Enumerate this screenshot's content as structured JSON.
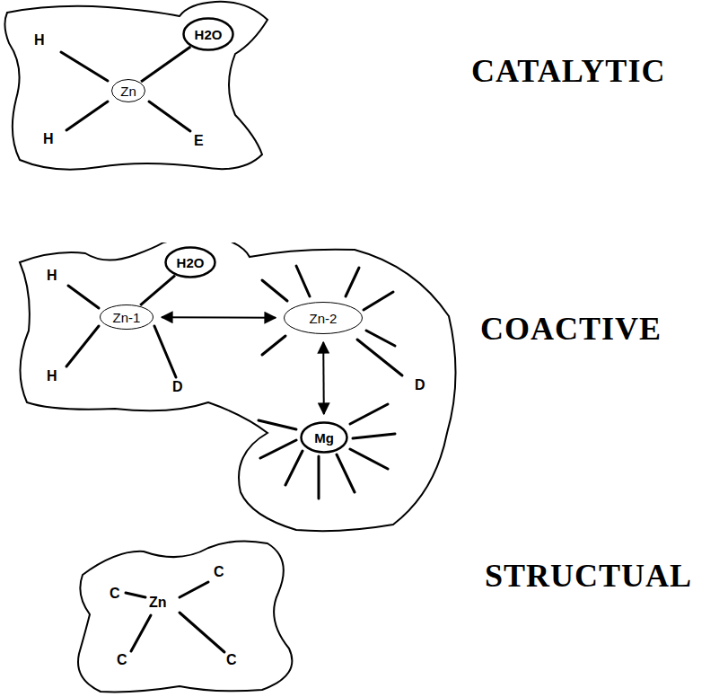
{
  "diagram": {
    "nodes": [
      {
        "text": [
          "CATALYTIC"
        ]
      },
      {
        "text": [
          "Zn"
        ],
        "in": 0
      },
      {
        "text": [
          "H2O"
        ],
        "in": 0
      },
      {
        "text": [
          "COACTIVE"
        ]
      },
      {
        "text": [
          "Zn-1"
        ],
        "in": 3
      },
      {
        "text": [
          "H2O"
        ],
        "in": 3
      },
      {
        "text": [
          "Zn-2"
        ],
        "in": 3
      },
      {
        "text": [
          "Mg"
        ],
        "in": 3
      },
      {
        "text": [
          "STRUCTUAL"
        ]
      }
    ],
    "edges": [
      {
        "from": 1,
        "to": 2,
        "arrow": "none"
      },
      {
        "from": 4,
        "to": 5,
        "arrow": "none"
      },
      {
        "from": 4,
        "to": 6,
        "arrow": "both"
      },
      {
        "from": 6,
        "to": 7,
        "arrow": "both"
      }
    ],
    "labels": [
      "H",
      "H",
      "E",
      "H",
      "H",
      "D",
      "D",
      "Zn",
      "C",
      "C",
      "C",
      "C"
    ]
  }
}
